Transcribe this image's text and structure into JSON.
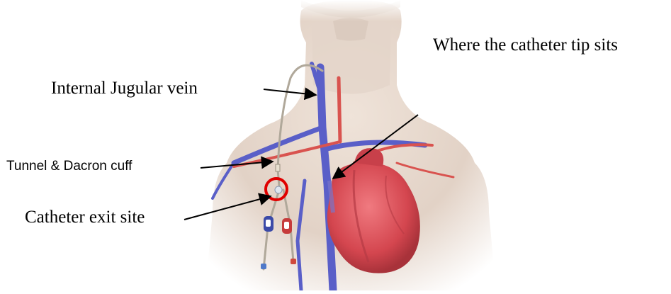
{
  "labels": {
    "internal_jugular_vein": "Internal Jugular vein",
    "catheter_tip": "Where the catheter tip sits",
    "tunnel_cuff": "Tunnel & Dacron cuff",
    "exit_site": "Catheter exit site"
  },
  "colors": {
    "skin": "#e8d8cc",
    "vein": "#5a5fc8",
    "artery": "#d9534f",
    "heart": "#d8545c",
    "exit_marker": "#e00000",
    "catheter": "#b0a89a"
  }
}
